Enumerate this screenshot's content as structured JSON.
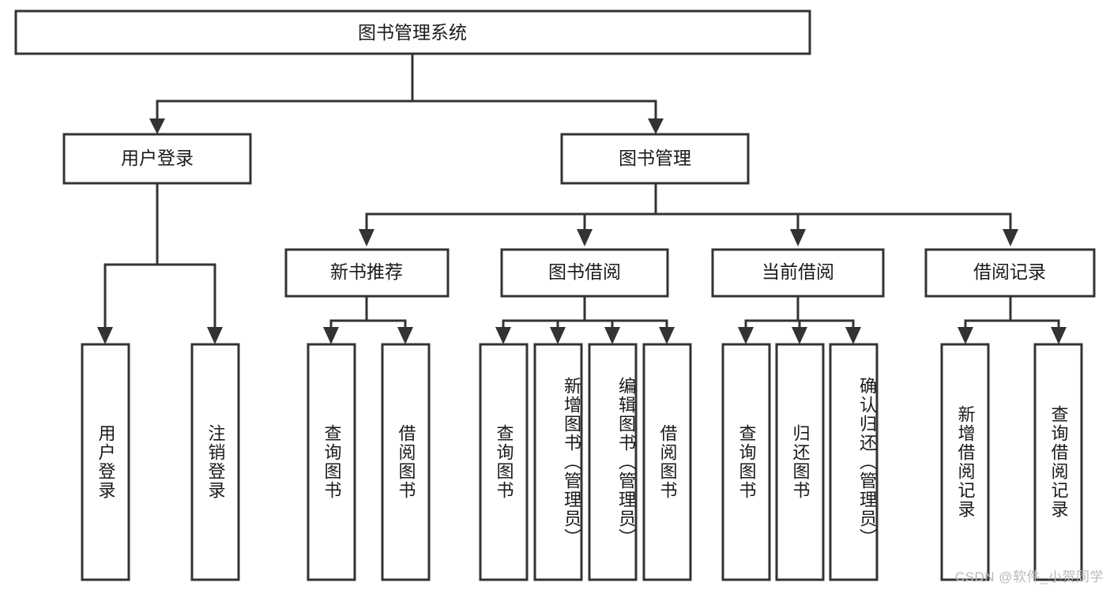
{
  "diagram": {
    "title": "图书管理系统",
    "type": "tree-hierarchy",
    "root": {
      "label": "图书管理系统"
    },
    "level2": [
      {
        "label": "用户登录"
      },
      {
        "label": "图书管理"
      }
    ],
    "level3": [
      {
        "label": "新书推荐"
      },
      {
        "label": "图书借阅"
      },
      {
        "label": "当前借阅"
      },
      {
        "label": "借阅记录"
      }
    ],
    "leaves": {
      "user_login": [
        {
          "label": "用户登录"
        },
        {
          "label": "注销登录"
        }
      ],
      "new_book_recommend": [
        {
          "label": "查询图书"
        },
        {
          "label": "借阅图书"
        }
      ],
      "book_borrow": [
        {
          "label": "查询图书"
        },
        {
          "label": "新增图书（管理员）"
        },
        {
          "label": "编辑图书（管理员）"
        },
        {
          "label": "借阅图书"
        }
      ],
      "current_borrow": [
        {
          "label": "查询图书"
        },
        {
          "label": "归还图书"
        },
        {
          "label": "确认归还（管理员）"
        }
      ],
      "borrow_record": [
        {
          "label": "新增借阅记录"
        },
        {
          "label": "查询借阅记录"
        }
      ]
    }
  },
  "watermark": {
    "text": "CSDN @软件_小贺同学"
  },
  "colors": {
    "box_stroke": "#333333",
    "box_fill": "#ffffff",
    "text": "#1a1a1a",
    "watermark": "#b9b9b9",
    "background": "#ffffff"
  }
}
